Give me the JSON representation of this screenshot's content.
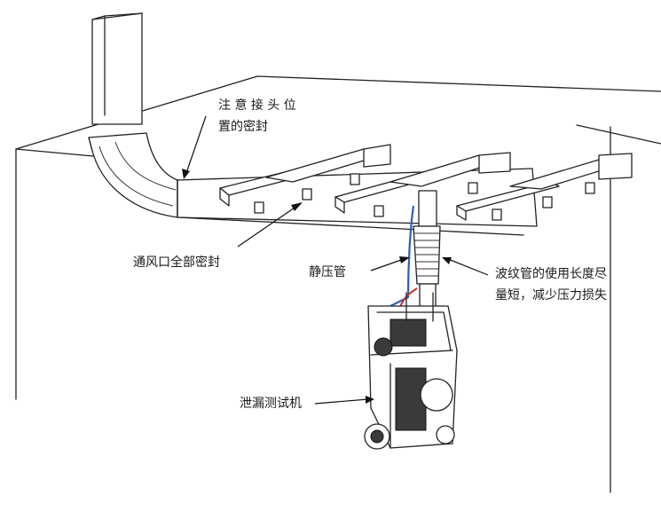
{
  "labels": {
    "joint_seal_line1": "注 意 接 头 位",
    "joint_seal_line2": "置的密封",
    "vent_seal": "通风口全部密封",
    "static_pipe": "静压管",
    "bellows_line1": "波纹管的使用长度尽",
    "bellows_line2": "量短，减少压力损失",
    "tester": "泄漏测试机"
  },
  "colors": {
    "line": "#222222",
    "tube_blue": "#2b5fb4",
    "tube_red": "#c8322a"
  }
}
